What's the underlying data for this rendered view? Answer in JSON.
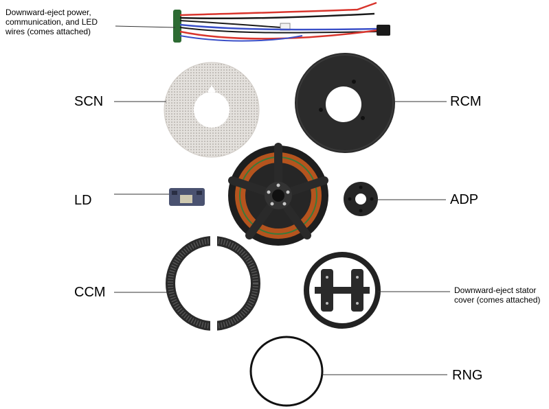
{
  "labels": {
    "wires": [
      "Downward-eject power,",
      "communication, and LED",
      "wires (comes attached)"
    ],
    "scn": "SCN",
    "rcm": "RCM",
    "ld": "LD",
    "adp": "ADP",
    "ccm": "CCM",
    "stator_cover": [
      "Downward-eject stator",
      "cover (comes attached)"
    ],
    "rng": "RNG"
  },
  "colors": {
    "wire_red": "#d8342c",
    "wire_blue": "#3a4fc8",
    "wire_black": "#1a1a1a",
    "copper": "#b5541e",
    "dark_part": "#1e1e1e",
    "mesh": "#d9d6d2",
    "pcb_green": "#2d6b33"
  }
}
